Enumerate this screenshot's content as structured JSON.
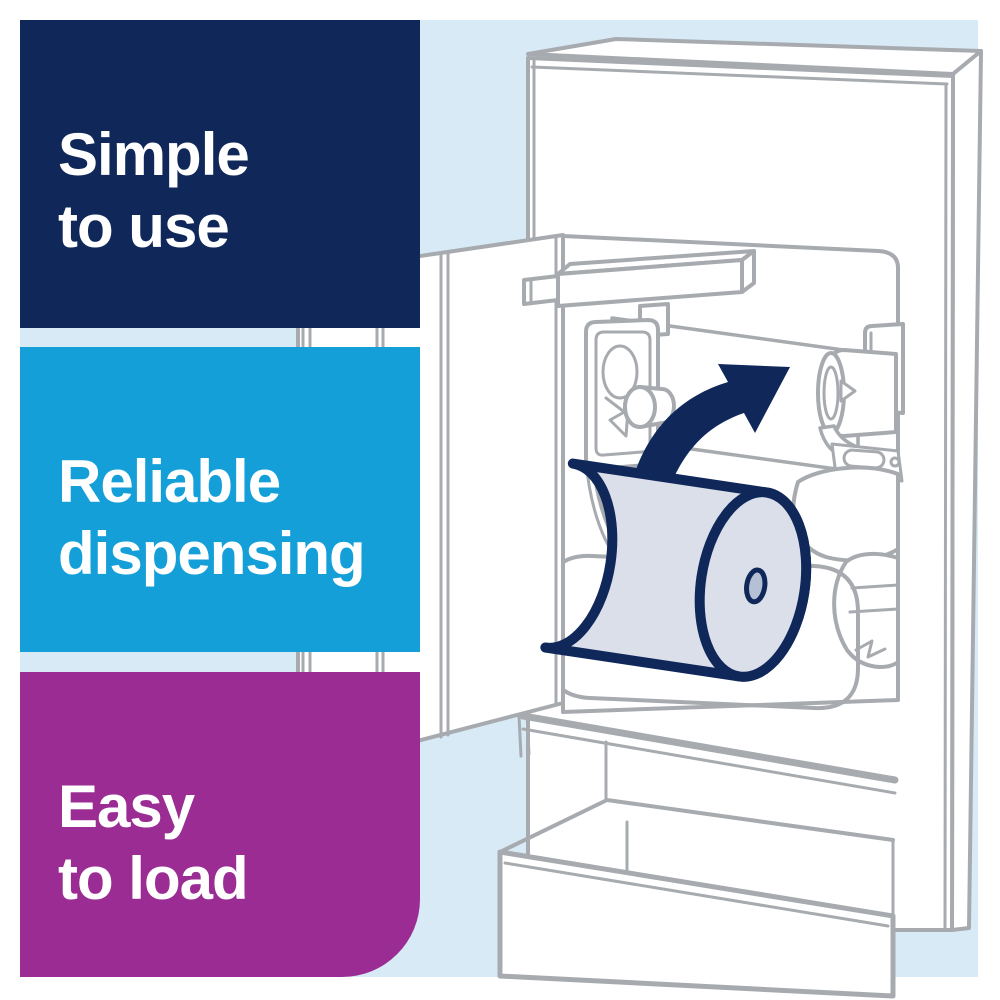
{
  "page": {
    "background": "#ffffff",
    "panel_background": "#d7eaf6"
  },
  "benefits": [
    {
      "label": "Simple\nto use",
      "color": "#10275a",
      "text_color": "#ffffff"
    },
    {
      "label": "Reliable\ndispensing",
      "color": "#149fd9",
      "text_color": "#ffffff"
    },
    {
      "label": "Easy\nto load",
      "color": "#9a2c94",
      "text_color": "#ffffff"
    }
  ],
  "illustration": {
    "subject": "open paper towel dispenser with a roll being loaded upward along an arrow",
    "outline_color": "#a7abaf",
    "accent_color": "#10275a",
    "roll_fill": "#dbdfea",
    "roll_core_fill": "#b5c0d6",
    "cabinet_fill": "#ffffff"
  }
}
